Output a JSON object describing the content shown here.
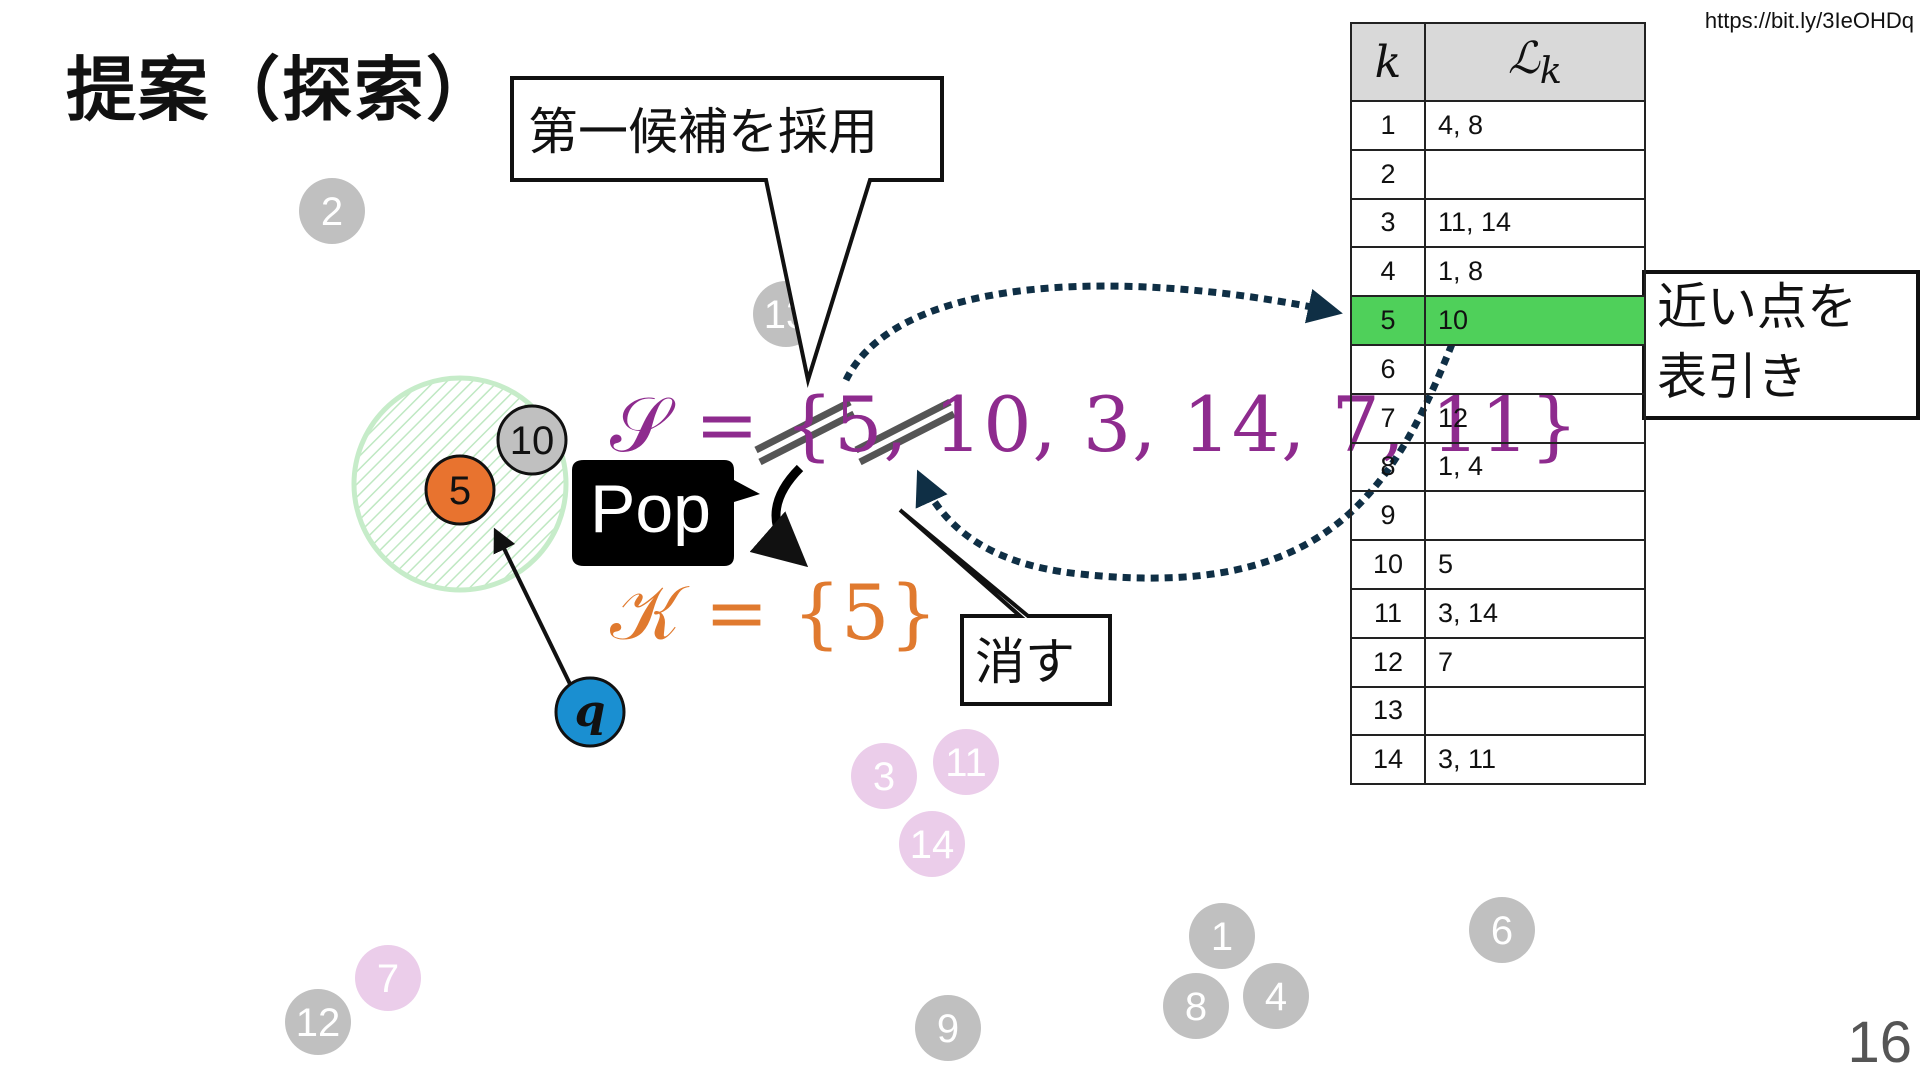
{
  "slide": {
    "title": "提案（探索）",
    "url": "https://bit.ly/3IeOHDq",
    "page_number": "16"
  },
  "callouts": {
    "first_candidate": "第一候補を採用",
    "erase": "消す",
    "near_points_line1": "近い点を",
    "near_points_line2": "表引き"
  },
  "pop_label": "Pop",
  "sets": {
    "S_text": "𝒮 = {5, 10, 3, 14, 7, 11}",
    "K_text": "𝒦 = {5}",
    "S_color": "#8e2b8e",
    "K_color": "#e07a2f"
  },
  "points": [
    {
      "label": "2",
      "style": "gray"
    },
    {
      "label": "13",
      "style": "gray"
    },
    {
      "label": "10",
      "style": "gray-outlined"
    },
    {
      "label": "5",
      "style": "orange"
    },
    {
      "label": "q",
      "style": "query"
    },
    {
      "label": "3",
      "style": "pink"
    },
    {
      "label": "11",
      "style": "pink"
    },
    {
      "label": "14",
      "style": "pink"
    },
    {
      "label": "7",
      "style": "pink"
    },
    {
      "label": "12",
      "style": "gray"
    },
    {
      "label": "9",
      "style": "gray"
    },
    {
      "label": "1",
      "style": "gray"
    },
    {
      "label": "8",
      "style": "gray"
    },
    {
      "label": "4",
      "style": "gray"
    },
    {
      "label": "6",
      "style": "gray"
    }
  ],
  "colors": {
    "gray_point": "#c0c0c0",
    "pink_point": "#ebcdea",
    "orange_point": "#e8732f",
    "query_point": "#1a8fd1",
    "highlight_row": "#4fd05a",
    "dotted_arrow": "#0f2f45"
  },
  "table": {
    "header_k": "k",
    "header_L": "ℒ",
    "header_L_sub": "k",
    "highlight_k": "5",
    "rows": [
      {
        "k": "1",
        "L": "4, 8"
      },
      {
        "k": "2",
        "L": ""
      },
      {
        "k": "3",
        "L": "11, 14"
      },
      {
        "k": "4",
        "L": "1, 8"
      },
      {
        "k": "5",
        "L": "10"
      },
      {
        "k": "6",
        "L": ""
      },
      {
        "k": "7",
        "L": "12"
      },
      {
        "k": "8",
        "L": "1, 4"
      },
      {
        "k": "9",
        "L": ""
      },
      {
        "k": "10",
        "L": "5"
      },
      {
        "k": "11",
        "L": "3, 14"
      },
      {
        "k": "12",
        "L": "7"
      },
      {
        "k": "13",
        "L": ""
      },
      {
        "k": "14",
        "L": "3, 11"
      }
    ]
  }
}
